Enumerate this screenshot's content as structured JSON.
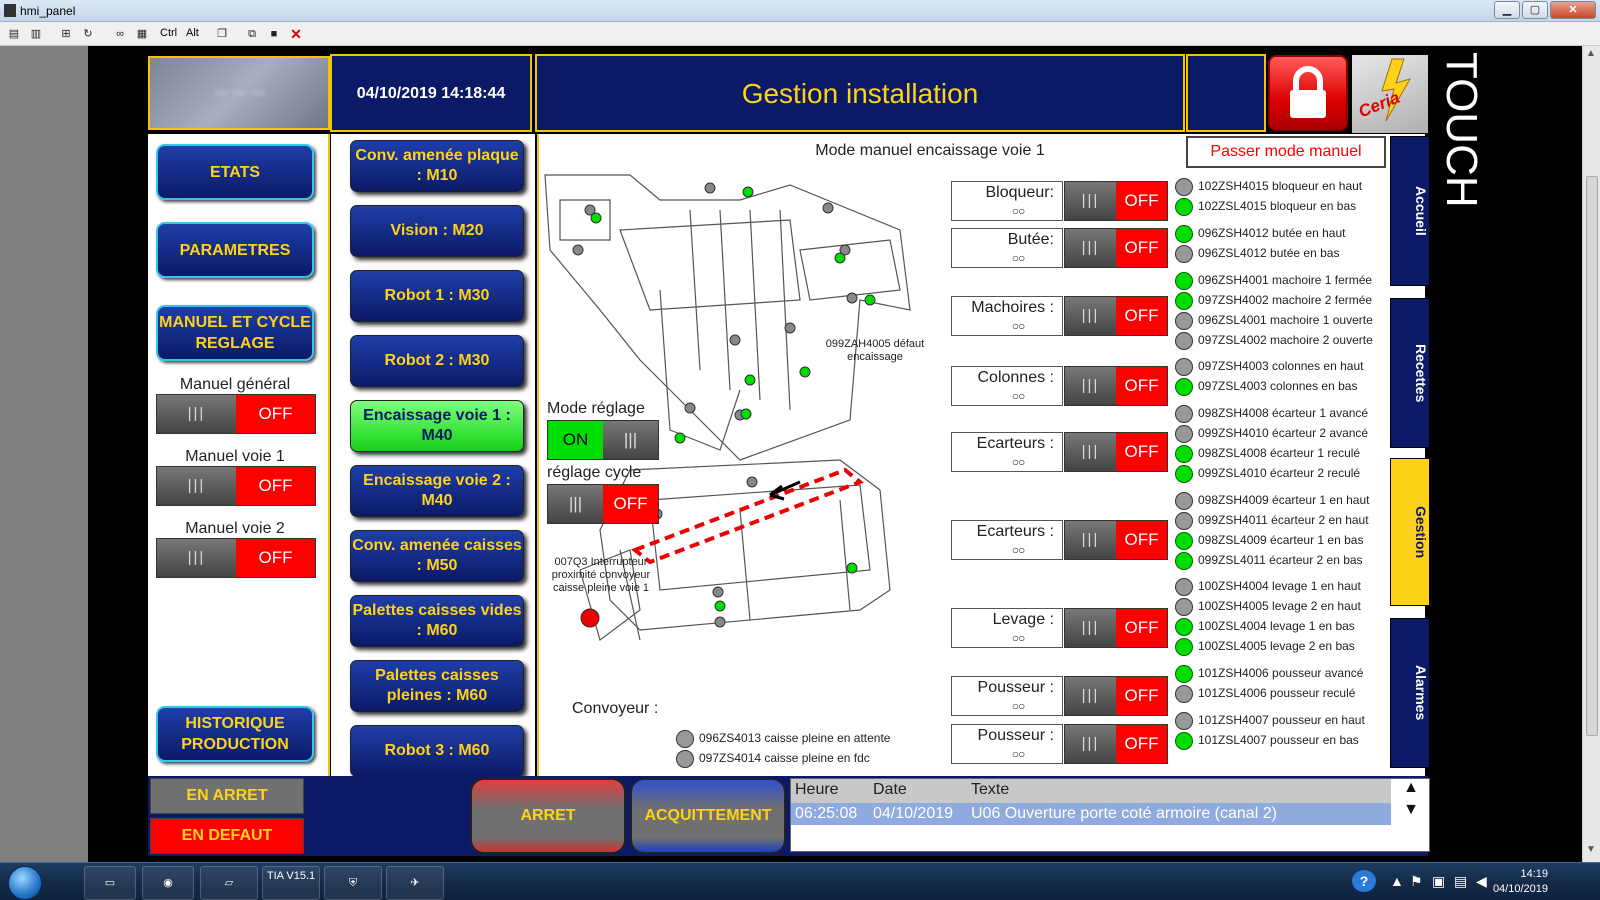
{
  "window": {
    "title": "hmi_panel",
    "minimize": "▁",
    "maximize": "▢",
    "close": "✕"
  },
  "toolbar": {
    "ctrl": "Ctrl",
    "alt": "Alt"
  },
  "header": {
    "datetime": "04/10/2019 14:18:44",
    "title": "Gestion installation",
    "logo_text": "Ceria",
    "touch": "TOUCH"
  },
  "left": {
    "etats": "ETATS",
    "parametres": "PARAMETRES",
    "manuel_cycle": "MANUEL ET CYCLE REGLAGE",
    "historique": "HISTORIQUE PRODUCTION",
    "toggles": [
      {
        "label": "Manuel général",
        "bars": "|||",
        "state": "OFF"
      },
      {
        "label": "Manuel voie 1",
        "bars": "|||",
        "state": "OFF"
      },
      {
        "label": "Manuel voie 2",
        "bars": "|||",
        "state": "OFF"
      }
    ]
  },
  "machines": [
    "Conv. amenée plaque : M10",
    "Vision : M20",
    "Robot 1 : M30",
    "Robot 2 : M30",
    "Encaissage voie 1 : M40",
    "Encaissage voie 2 : M40",
    "Conv. amenée caisses : M50",
    "Palettes caisses vides : M60",
    "Palettes caisses pleines : M60",
    "Robot 3 : M60"
  ],
  "main": {
    "mode_title": "Mode manuel encaissage voie 1",
    "passer": "Passer mode manuel",
    "mode_reglage": "Mode réglage",
    "mode_reglage_on": "ON",
    "mode_reglage_bars": "|||",
    "reglage_cycle": "réglage cycle",
    "reglage_cycle_bars": "|||",
    "reglage_cycle_off": "OFF",
    "label_099": "099ZAH4005 défaut encaissage",
    "label_007": "007Q3 Interrupteur proximité convoyeur caisse pleine voie 1",
    "convoyeur": "Convoyeur :",
    "conv_rows": [
      "096ZS4013 caisse pleine en attente",
      "097ZS4014 caisse pleine en fdc"
    ]
  },
  "actuators": [
    {
      "name": "Bloqueur:",
      "glasses": "○○",
      "bars": "|||",
      "state": "OFF",
      "sensors": [
        {
          "t": "102ZSH4015 bloqueur en haut",
          "c": "grey"
        },
        {
          "t": "102ZSL4015 bloqueur en bas",
          "c": "green"
        }
      ]
    },
    {
      "name": "Butée:",
      "glasses": "○○",
      "bars": "|||",
      "state": "OFF",
      "sensors": [
        {
          "t": "096ZSH4012 butée en haut",
          "c": "green"
        },
        {
          "t": "096ZSL4012 butée en bas",
          "c": "grey"
        }
      ]
    },
    {
      "name": "Machoires :",
      "glasses": "○○",
      "bars": "|||",
      "state": "OFF",
      "sensors": [
        {
          "t": "096ZSH4001 machoire 1 fermée",
          "c": "green"
        },
        {
          "t": "097ZSH4002 machoire 2 fermée",
          "c": "green"
        },
        {
          "t": "096ZSL4001 machoire 1 ouverte",
          "c": "grey"
        },
        {
          "t": "097ZSL4002 machoire 2 ouverte",
          "c": "grey"
        }
      ]
    },
    {
      "name": "Colonnes :",
      "glasses": "○○",
      "bars": "|||",
      "state": "OFF",
      "sensors": [
        {
          "t": "097ZSH4003 colonnes en haut",
          "c": "grey"
        },
        {
          "t": "097ZSL4003 colonnes en bas",
          "c": "green"
        }
      ]
    },
    {
      "name": "Ecarteurs :",
      "glasses": "○○",
      "bars": "|||",
      "state": "OFF",
      "sensors": [
        {
          "t": "098ZSH4008 écarteur 1 avancé",
          "c": "grey"
        },
        {
          "t": "099ZSH4010 écarteur 2 avancé",
          "c": "grey"
        },
        {
          "t": "098ZSL4008 écarteur 1 reculé",
          "c": "green"
        },
        {
          "t": "099ZSL4010 écarteur 2 reculé",
          "c": "green"
        }
      ]
    },
    {
      "name": "Ecarteurs :",
      "glasses": "○○",
      "bars": "|||",
      "state": "OFF",
      "sensors": [
        {
          "t": "098ZSH4009 écarteur 1 en haut",
          "c": "grey"
        },
        {
          "t": "099ZSH4011 écarteur 2 en haut",
          "c": "grey"
        },
        {
          "t": "098ZSL4009 écarteur 1 en bas",
          "c": "green"
        },
        {
          "t": "099ZSL4011 écarteur 2 en bas",
          "c": "green"
        }
      ]
    },
    {
      "name": "Levage :",
      "glasses": "○○",
      "bars": "|||",
      "state": "OFF",
      "sensors": [
        {
          "t": "100ZSH4004 levage 1 en haut",
          "c": "grey"
        },
        {
          "t": "100ZSH4005 levage 2 en haut",
          "c": "grey"
        },
        {
          "t": "100ZSL4004 levage 1 en bas",
          "c": "green"
        },
        {
          "t": "100ZSL4005 levage 2 en bas",
          "c": "green"
        }
      ]
    },
    {
      "name": "Pousseur :",
      "glasses": "○○",
      "bars": "|||",
      "state": "OFF",
      "sensors": [
        {
          "t": "101ZSH4006 pousseur avancé",
          "c": "green"
        },
        {
          "t": "101ZSL4006 pousseur reculé",
          "c": "grey"
        }
      ]
    },
    {
      "name": "Pousseur :",
      "glasses": "○○",
      "bars": "|||",
      "state": "OFF",
      "sensors": [
        {
          "t": "101ZSH4007 pousseur en haut",
          "c": "grey"
        },
        {
          "t": "101ZSL4007 pousseur en bas",
          "c": "green"
        }
      ]
    }
  ],
  "sidetabs": [
    "Accueil",
    "Recettes",
    "Gestion",
    "Alarmes"
  ],
  "bottom": {
    "en_arret": "EN ARRET",
    "en_defaut": "EN DEFAUT",
    "arret": "ARRET",
    "acquittement": "ACQUITTEMENT",
    "alarm_headers": [
      "Heure",
      "Date",
      "Texte"
    ],
    "alarm_row": [
      "06:25:08",
      "04/10/2019",
      "U06 Ouverture porte coté armoire (canal 2)"
    ],
    "up": "▲",
    "down": "▼"
  },
  "taskbar": {
    "time": "14:19",
    "date": "04/10/2019",
    "tia": "TIA V15.1",
    "help": "?"
  },
  "colors": {
    "navy": "#0b1a66",
    "yellow": "#ffd21a",
    "red": "#ff0000",
    "green": "#00dd00"
  }
}
